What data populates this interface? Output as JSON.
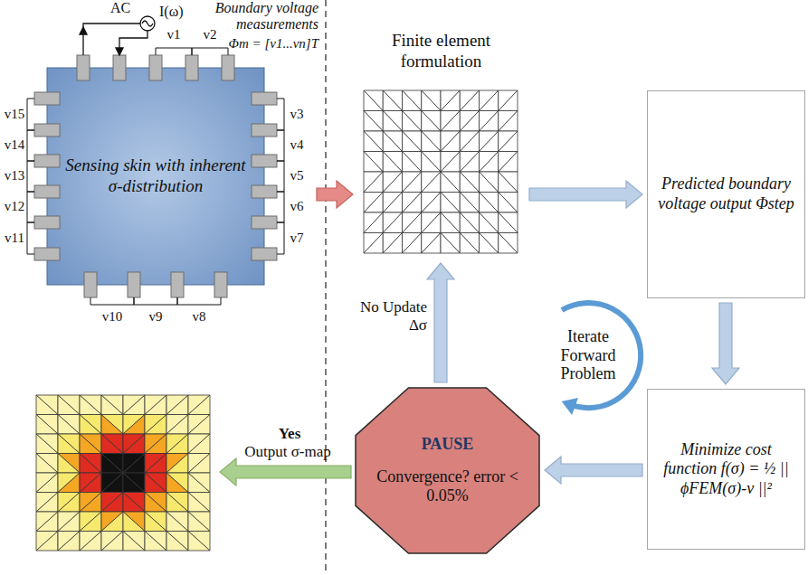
{
  "diagram": {
    "nodes": [
      {
        "text": [
          "Sensing skin with inherent σ-distribution"
        ]
      },
      {
        "text": [
          "Finite element formulation"
        ]
      },
      {
        "text": [
          "Predicted boundary voltage output Φstep"
        ]
      },
      {
        "text": [
          "Minimize cost function f(σ) = ½ || ϕFEM(σ)-v ||²"
        ]
      },
      {
        "text": [
          "PAUSE",
          "Convergence? error < 0.05%"
        ]
      }
    ],
    "edges": [
      {
        "from": 0,
        "to": 1,
        "arrow": "to"
      },
      {
        "from": 1,
        "to": 2,
        "arrow": "to"
      },
      {
        "from": 2,
        "to": 3,
        "arrow": "to"
      },
      {
        "from": 3,
        "to": 4,
        "arrow": "to"
      },
      {
        "from": 4,
        "to": 1,
        "label": "No Update Δσ",
        "arrow": "to"
      }
    ],
    "labels": [
      "AC",
      "I(ω)",
      "Boundary voltage measurements",
      "Φm = [v1...vn]T",
      "v1",
      "v2",
      "v3",
      "v4",
      "v5",
      "v6",
      "v7",
      "v8",
      "v9",
      "v10",
      "v11",
      "v12",
      "v13",
      "v14",
      "v15",
      "Iterate Forward Problem",
      "Yes",
      "Output σ-map"
    ]
  }
}
